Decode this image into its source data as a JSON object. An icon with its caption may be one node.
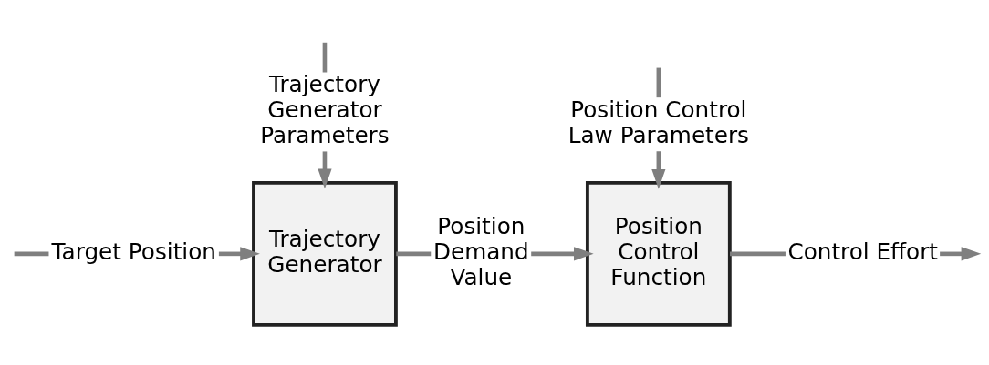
{
  "diagram": {
    "nodes": [
      {
        "text": [
          "Trajectory Generator Parameters"
        ]
      },
      {
        "text": [
          "Position Control Law Parameters"
        ]
      },
      {
        "text": [
          "Target Position"
        ]
      },
      {
        "text": [
          "Trajectory Generator"
        ]
      },
      {
        "text": [
          "Position Demand Value"
        ]
      },
      {
        "text": [
          "Position Control Function"
        ]
      },
      {
        "text": [
          "Control Effort"
        ]
      }
    ],
    "edges": [
      {
        "from": null,
        "to": 2,
        "arrow": "none"
      },
      {
        "from": 2,
        "to": 3,
        "arrow": "to"
      },
      {
        "from": null,
        "to": 0,
        "arrow": "none"
      },
      {
        "from": 0,
        "to": 3,
        "arrow": "to"
      },
      {
        "from": 3,
        "to": 4,
        "arrow": "none"
      },
      {
        "from": 4,
        "to": 5,
        "arrow": "to"
      },
      {
        "from": null,
        "to": 1,
        "arrow": "none"
      },
      {
        "from": 1,
        "to": 5,
        "arrow": "to"
      },
      {
        "from": 5,
        "to": 6,
        "arrow": "none"
      },
      {
        "from": 6,
        "to": null,
        "arrow": "to"
      }
    ]
  }
}
